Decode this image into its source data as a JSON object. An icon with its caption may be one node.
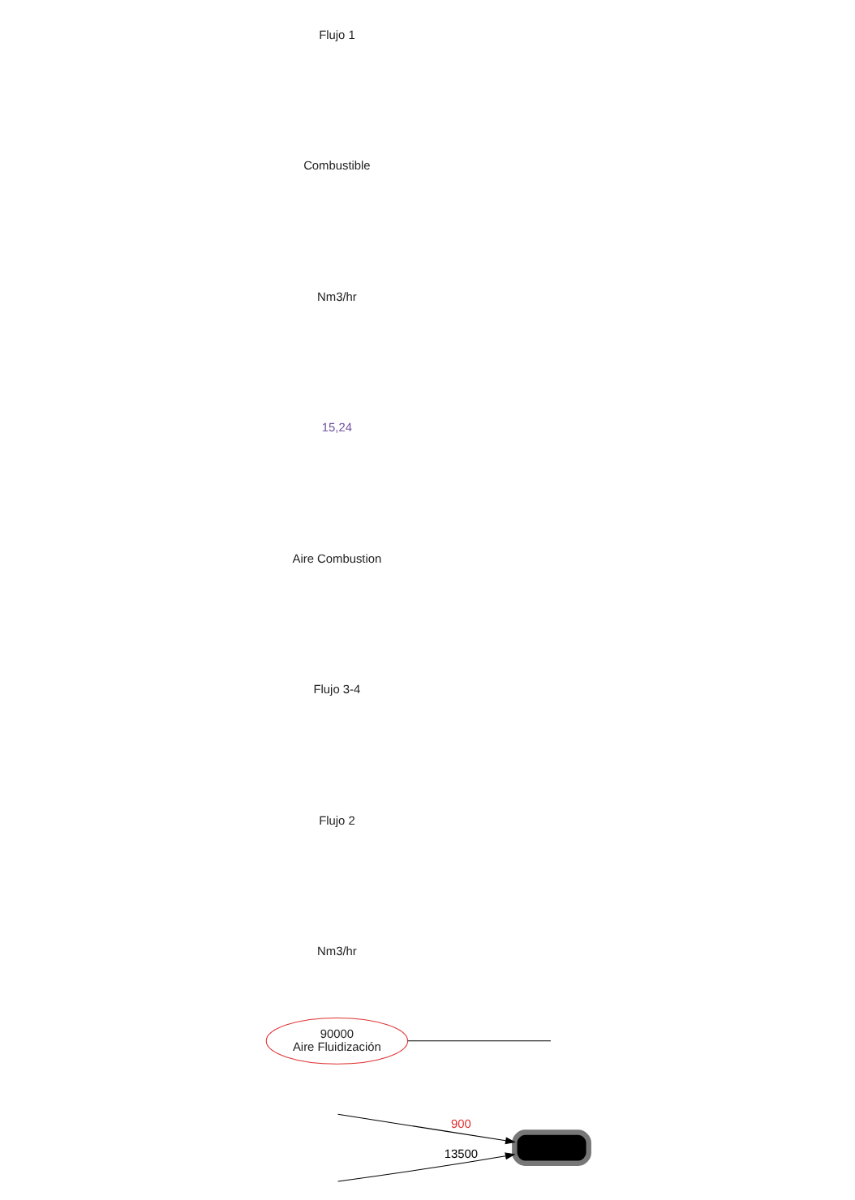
{
  "diagram": {
    "nodes": [
      {
        "text": [],
        "shape": "box"
      },
      {
        "text": [
          "90000",
          "Aire Fluidización"
        ]
      }
    ],
    "edges": [
      {
        "from": null,
        "to": 0,
        "arrow": "to",
        "label": "900"
      },
      {
        "from": null,
        "to": 0,
        "arrow": "to",
        "label": "13500"
      },
      {
        "from": 1,
        "to": null,
        "arrow": "none"
      }
    ],
    "labels": [
      "Flujo 1",
      "Combustible",
      "Nm3/hr",
      "15,24",
      "Aire Combustion",
      "Flujo 3-4",
      "Flujo 2",
      "Nm3/hr"
    ]
  }
}
